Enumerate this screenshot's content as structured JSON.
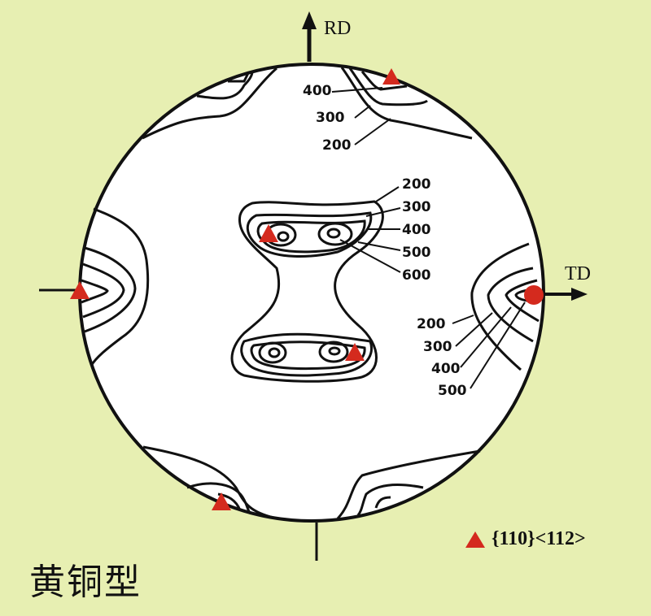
{
  "diagram": {
    "type": "pole-figure",
    "title": "黄铜型",
    "axes": {
      "up": "RD",
      "right": "TD"
    },
    "background_color": "#e7efb2",
    "marker_color": "#d42a1e",
    "legend": {
      "symbol": "red-triangle",
      "label": "{110}<112>"
    },
    "contour_labels": {
      "top": [
        "400",
        "300",
        "200"
      ],
      "center": [
        "200",
        "300",
        "400",
        "500",
        "600"
      ],
      "right": [
        "200",
        "300",
        "400",
        "500"
      ]
    }
  }
}
